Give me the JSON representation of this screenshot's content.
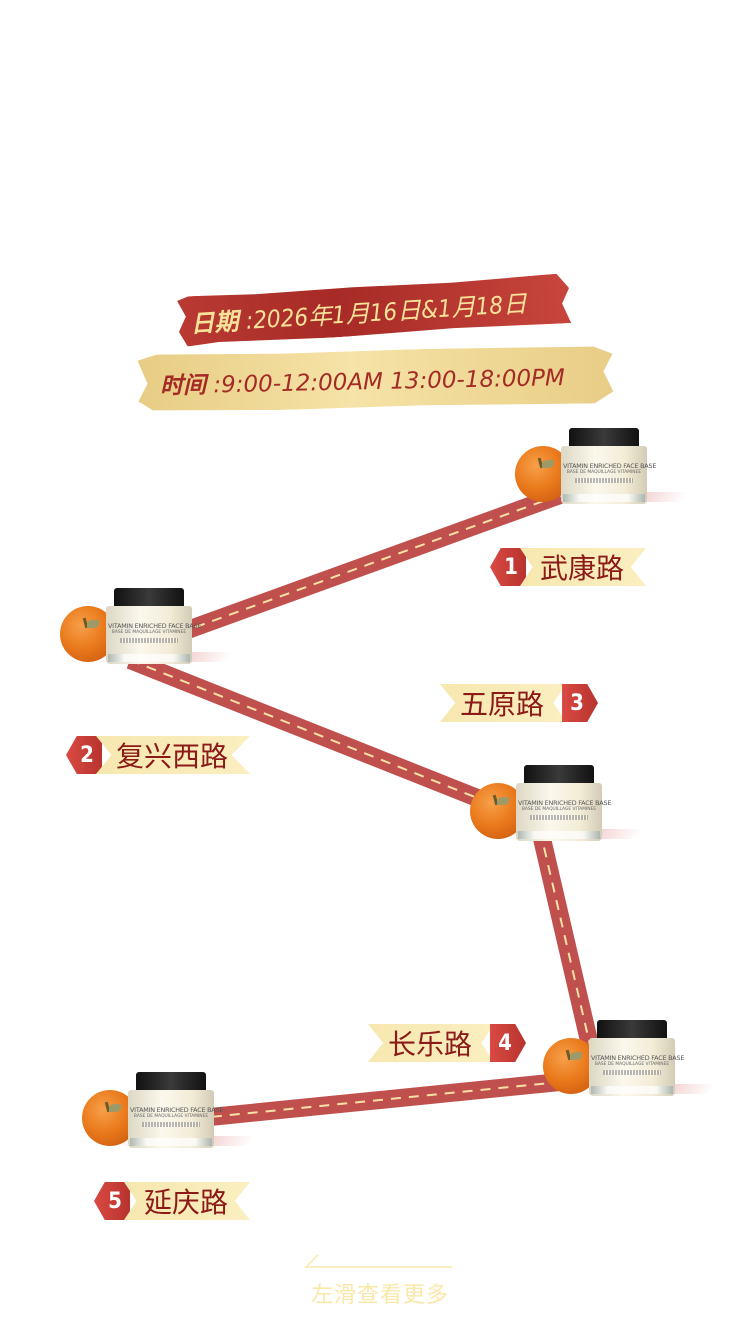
{
  "header": {
    "date_label": "日期",
    "date_value": ":2026年1月16日&1月18日",
    "time_label": "时间",
    "time_value": ":9:00-12:00AM  13:00-18:00PM"
  },
  "product": {
    "label_line1": "VITAMIN ENRICHED FACE BASE",
    "label_line2": "BASE DE MAQUILLAGE VITAMINEE"
  },
  "stations": [
    {
      "number": "1",
      "name": "武康路"
    },
    {
      "number": "2",
      "name": "复兴西路"
    },
    {
      "number": "3",
      "name": "五原路"
    },
    {
      "number": "4",
      "name": "长乐路"
    },
    {
      "number": "5",
      "name": "延庆路"
    }
  ],
  "footer": {
    "hint": "左滑查看更多"
  },
  "colors": {
    "road": "#c0504d",
    "road_dash": "#f5e1a4",
    "tag_red": "#c93c36",
    "tag_cream": "#f8e9b5",
    "text_red": "#8b1a18",
    "hint": "#fbe7a8"
  }
}
